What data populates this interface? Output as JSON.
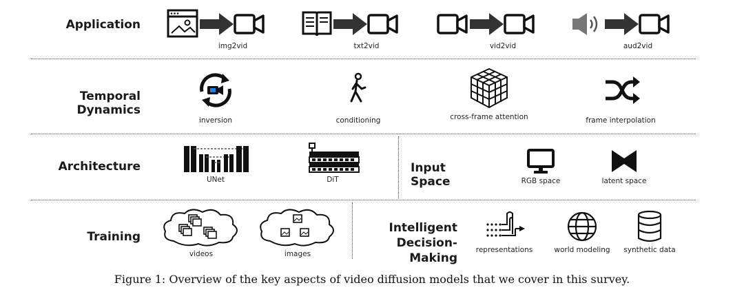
{
  "rows": {
    "application": {
      "label": "Application",
      "items": [
        {
          "caption": "img2vid",
          "icon": "image-window-to-video-icon"
        },
        {
          "caption": "txt2vid",
          "icon": "book-to-video-icon"
        },
        {
          "caption": "vid2vid",
          "icon": "video-to-video-icon"
        },
        {
          "caption": "aud2vid",
          "icon": "speaker-to-video-icon"
        }
      ]
    },
    "temporal_dynamics": {
      "label": "Temporal Dynamics",
      "items": [
        {
          "caption": "inversion",
          "icon": "camera-cycle-icon"
        },
        {
          "caption": "conditioning",
          "icon": "walking-person-icon"
        },
        {
          "caption": "cross-frame attention",
          "icon": "cube-grid-icon"
        },
        {
          "caption": "frame interpolation",
          "icon": "shuffle-icon"
        }
      ]
    },
    "architecture": {
      "label": "Architecture",
      "items": [
        {
          "caption": "UNet",
          "icon": "unet-bars-icon"
        },
        {
          "caption": "DiT",
          "icon": "dit-blocks-icon"
        }
      ]
    },
    "input_space": {
      "label": "Input Space",
      "items": [
        {
          "caption": "RGB space",
          "icon": "monitor-icon"
        },
        {
          "caption": "latent space",
          "icon": "bowtie-icon"
        }
      ]
    },
    "training": {
      "label": "Training",
      "items": [
        {
          "caption": "videos",
          "icon": "cloud-of-videos-icon"
        },
        {
          "caption": "images",
          "icon": "cloud-of-images-icon"
        }
      ]
    },
    "decision_making": {
      "label_line1": "Intelligent",
      "label_line2": "Decision-Making",
      "items": [
        {
          "caption": "representations",
          "icon": "representation-flow-icon"
        },
        {
          "caption": "world modeling",
          "icon": "globe-icon"
        },
        {
          "caption": "synthetic data",
          "icon": "database-icon"
        }
      ]
    }
  },
  "figure_caption": "Figure 1: Overview of the key aspects of video diffusion models that we cover in this survey."
}
